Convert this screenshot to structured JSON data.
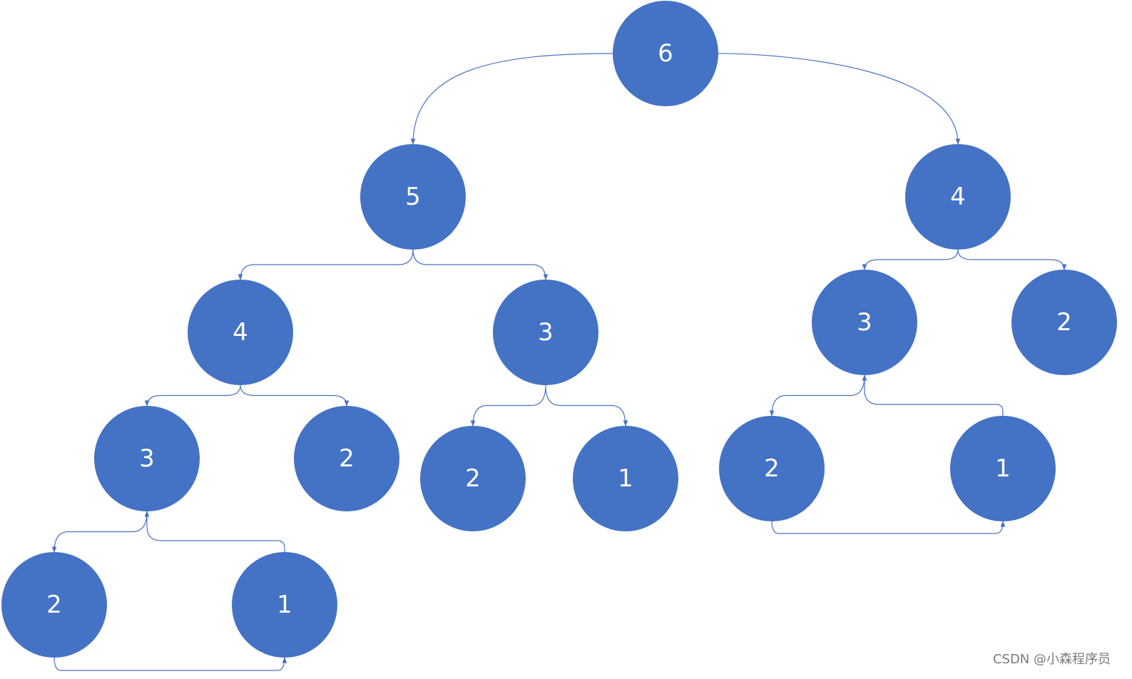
{
  "diagram": {
    "type": "tree",
    "colors": {
      "node_fill": "#4472C4",
      "node_text": "#ffffff",
      "edge": "#4A72C4",
      "background": "#ffffff"
    },
    "nodes": [
      {
        "id": "n6",
        "label": "6"
      },
      {
        "id": "n5",
        "label": "5"
      },
      {
        "id": "n4r",
        "label": "4"
      },
      {
        "id": "n4l",
        "label": "4"
      },
      {
        "id": "n3m",
        "label": "3"
      },
      {
        "id": "n3r",
        "label": "3"
      },
      {
        "id": "n2r",
        "label": "2"
      },
      {
        "id": "n3l",
        "label": "3"
      },
      {
        "id": "n2l",
        "label": "2"
      },
      {
        "id": "n2m",
        "label": "2"
      },
      {
        "id": "n1m",
        "label": "1"
      },
      {
        "id": "n2rr",
        "label": "2"
      },
      {
        "id": "n1rr",
        "label": "1"
      },
      {
        "id": "n2ll",
        "label": "2"
      },
      {
        "id": "n1ll",
        "label": "1"
      }
    ],
    "edges": [
      {
        "from": "n6",
        "to": "n5"
      },
      {
        "from": "n6",
        "to": "n4r"
      },
      {
        "from": "n5",
        "to": "n4l"
      },
      {
        "from": "n5",
        "to": "n3m"
      },
      {
        "from": "n4r",
        "to": "n3r"
      },
      {
        "from": "n4r",
        "to": "n2r"
      },
      {
        "from": "n4l",
        "to": "n3l"
      },
      {
        "from": "n4l",
        "to": "n2l"
      },
      {
        "from": "n3m",
        "to": "n2m"
      },
      {
        "from": "n3m",
        "to": "n1m"
      },
      {
        "from": "n3r",
        "to": "n2rr"
      },
      {
        "from": "n1rr",
        "to": "n3r"
      },
      {
        "from": "n2rr",
        "to": "n1rr"
      },
      {
        "from": "n3l",
        "to": "n2ll"
      },
      {
        "from": "n1ll",
        "to": "n3l"
      },
      {
        "from": "n2ll",
        "to": "n1ll"
      }
    ]
  },
  "watermark": "CSDN @小森程序员"
}
